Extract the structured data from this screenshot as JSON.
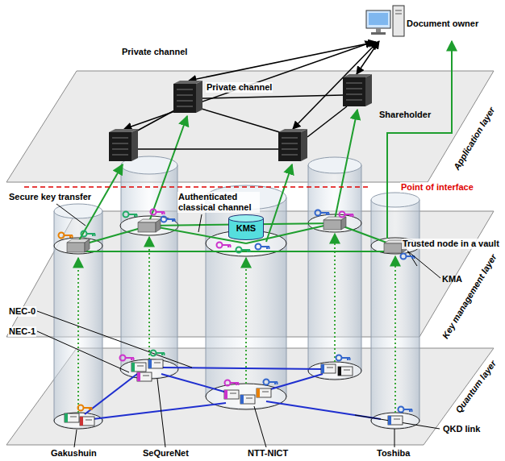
{
  "diagram": {
    "nodes": [
      {
        "text": [
          "Document owner"
        ]
      },
      {
        "text": [
          "Application layer"
        ]
      },
      {
        "text": [
          "Shareholder"
        ],
        "in": 1
      },
      {
        "text": [
          "Key management layer"
        ]
      },
      {
        "text": [
          "KMS"
        ],
        "in": 3
      },
      {
        "text": [
          "KMA"
        ],
        "in": 3
      },
      {
        "text": [
          "Quantum layer"
        ]
      }
    ],
    "edges": [
      {
        "from": 0,
        "to": 2,
        "arrow": "both"
      },
      {
        "from": 5,
        "to": 0,
        "arrow": "to"
      }
    ],
    "labels": [
      "Private channel",
      "Private channel",
      "Point of interface",
      "Secure key transfer",
      "Authenticated classical channel",
      "Trusted node in a vault",
      "NEC-0",
      "NEC-1",
      "QKD link",
      "Gakushuin",
      "SeQureNet",
      "NTT-NICT",
      "Toshiba"
    ]
  }
}
